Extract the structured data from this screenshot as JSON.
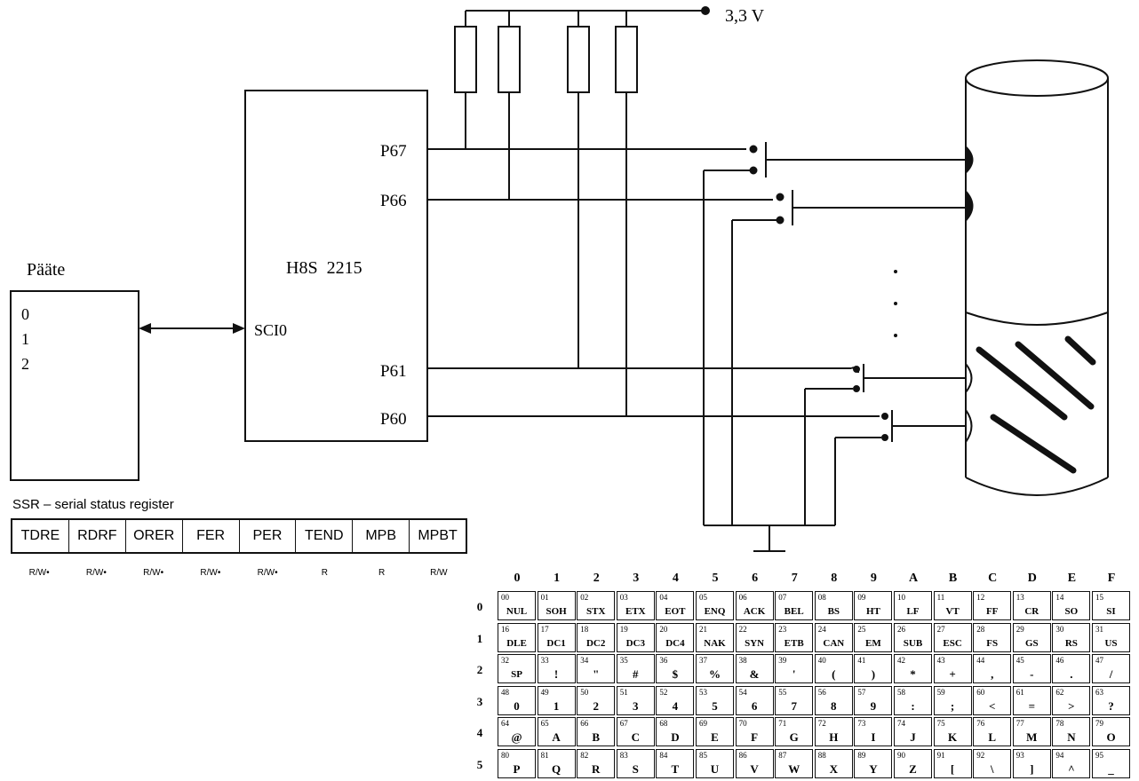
{
  "diagram": {
    "supply_label": "3,3 V",
    "mcu_label": "H8S  2215",
    "terminal_title": "Pääte",
    "terminal_lines": [
      "0",
      "1",
      "2"
    ],
    "sci_label": "SCI0",
    "ports": [
      "P67",
      "P66",
      "P61",
      "P60"
    ]
  },
  "ssr": {
    "title": "SSR – serial status register",
    "bits": [
      "TDRE",
      "RDRF",
      "ORER",
      "FER",
      "PER",
      "TEND",
      "MPB",
      "MPBT"
    ],
    "access": [
      "R/W•",
      "R/W•",
      "R/W•",
      "R/W•",
      "R/W•",
      "R",
      "R",
      "R/W"
    ]
  },
  "ascii": {
    "columns": [
      "0",
      "1",
      "2",
      "3",
      "4",
      "5",
      "6",
      "7",
      "8",
      "9",
      "A",
      "B",
      "C",
      "D",
      "E",
      "F"
    ],
    "rows": [
      "0",
      "1",
      "2",
      "3",
      "4",
      "5"
    ],
    "cells": [
      [
        [
          "00",
          "NUL"
        ],
        [
          "01",
          "SOH"
        ],
        [
          "02",
          "STX"
        ],
        [
          "03",
          "ETX"
        ],
        [
          "04",
          "EOT"
        ],
        [
          "05",
          "ENQ"
        ],
        [
          "06",
          "ACK"
        ],
        [
          "07",
          "BEL"
        ],
        [
          "08",
          "BS"
        ],
        [
          "09",
          "HT"
        ],
        [
          "10",
          "LF"
        ],
        [
          "11",
          "VT"
        ],
        [
          "12",
          "FF"
        ],
        [
          "13",
          "CR"
        ],
        [
          "14",
          "SO"
        ],
        [
          "15",
          "SI"
        ]
      ],
      [
        [
          "16",
          "DLE"
        ],
        [
          "17",
          "DC1"
        ],
        [
          "18",
          "DC2"
        ],
        [
          "19",
          "DC3"
        ],
        [
          "20",
          "DC4"
        ],
        [
          "21",
          "NAK"
        ],
        [
          "22",
          "SYN"
        ],
        [
          "23",
          "ETB"
        ],
        [
          "24",
          "CAN"
        ],
        [
          "25",
          "EM"
        ],
        [
          "26",
          "SUB"
        ],
        [
          "27",
          "ESC"
        ],
        [
          "28",
          "FS"
        ],
        [
          "29",
          "GS"
        ],
        [
          "30",
          "RS"
        ],
        [
          "31",
          "US"
        ]
      ],
      [
        [
          "32",
          "SP"
        ],
        [
          "33",
          "!"
        ],
        [
          "34",
          "\""
        ],
        [
          "35",
          "#"
        ],
        [
          "36",
          "$"
        ],
        [
          "37",
          "%"
        ],
        [
          "38",
          "&"
        ],
        [
          "39",
          "'"
        ],
        [
          "40",
          "("
        ],
        [
          "41",
          ")"
        ],
        [
          "42",
          "*"
        ],
        [
          "43",
          "+"
        ],
        [
          "44",
          ","
        ],
        [
          "45",
          "-"
        ],
        [
          "46",
          "."
        ],
        [
          "47",
          "/"
        ]
      ],
      [
        [
          "48",
          "0"
        ],
        [
          "49",
          "1"
        ],
        [
          "50",
          "2"
        ],
        [
          "51",
          "3"
        ],
        [
          "52",
          "4"
        ],
        [
          "53",
          "5"
        ],
        [
          "54",
          "6"
        ],
        [
          "55",
          "7"
        ],
        [
          "56",
          "8"
        ],
        [
          "57",
          "9"
        ],
        [
          "58",
          ":"
        ],
        [
          "59",
          ";"
        ],
        [
          "60",
          "<"
        ],
        [
          "61",
          "="
        ],
        [
          "62",
          ">"
        ],
        [
          "63",
          "?"
        ]
      ],
      [
        [
          "64",
          "@"
        ],
        [
          "65",
          "A"
        ],
        [
          "66",
          "B"
        ],
        [
          "67",
          "C"
        ],
        [
          "68",
          "D"
        ],
        [
          "69",
          "E"
        ],
        [
          "70",
          "F"
        ],
        [
          "71",
          "G"
        ],
        [
          "72",
          "H"
        ],
        [
          "73",
          "I"
        ],
        [
          "74",
          "J"
        ],
        [
          "75",
          "K"
        ],
        [
          "76",
          "L"
        ],
        [
          "77",
          "M"
        ],
        [
          "78",
          "N"
        ],
        [
          "79",
          "O"
        ]
      ],
      [
        [
          "80",
          "P"
        ],
        [
          "81",
          "Q"
        ],
        [
          "82",
          "R"
        ],
        [
          "83",
          "S"
        ],
        [
          "84",
          "T"
        ],
        [
          "85",
          "U"
        ],
        [
          "86",
          "V"
        ],
        [
          "87",
          "W"
        ],
        [
          "88",
          "X"
        ],
        [
          "89",
          "Y"
        ],
        [
          "90",
          "Z"
        ],
        [
          "91",
          "["
        ],
        [
          "92",
          "\\"
        ],
        [
          "93",
          "]"
        ],
        [
          "94",
          "^"
        ],
        [
          "95",
          "_"
        ]
      ]
    ]
  }
}
